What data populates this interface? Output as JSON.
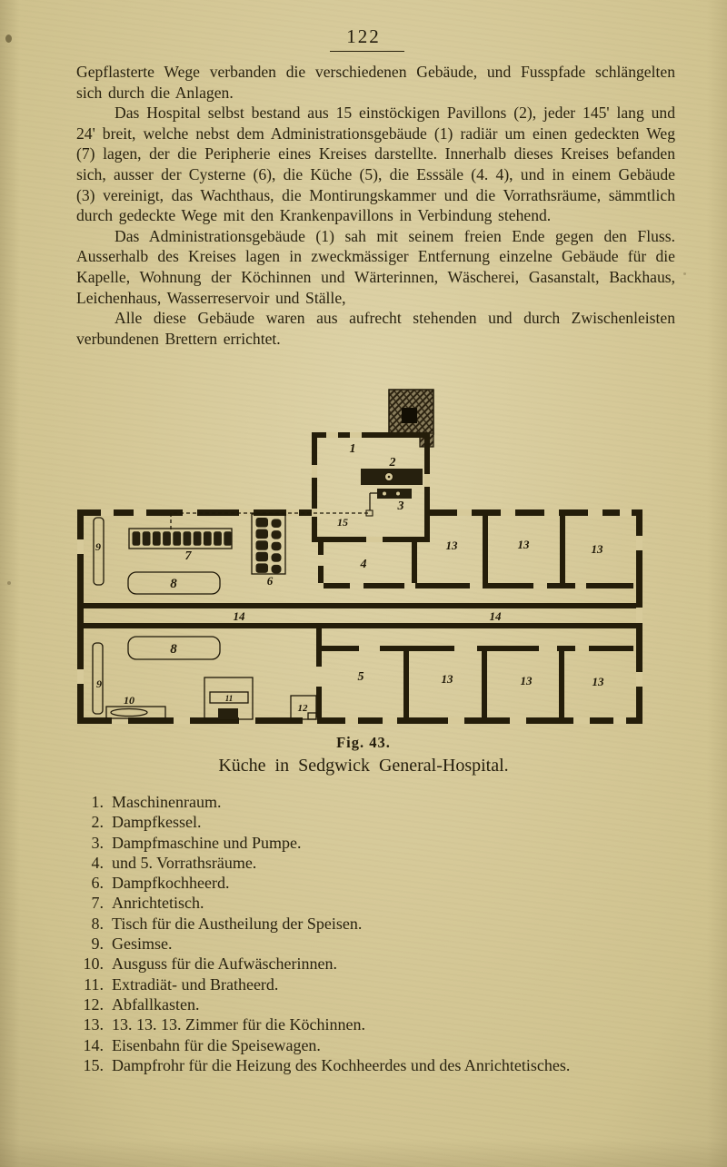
{
  "style": {
    "paper": "#d5c897",
    "ink": "#29220f",
    "figure_ink": "#1f1808"
  },
  "page": {
    "number": "122",
    "paragraphs": [
      {
        "text": "Gepflasterte Wege verbanden die verschiedenen Gebäude, und Fusspfade schlängelten sich durch die Anlagen."
      },
      {
        "text": "Das Hospital selbst bestand aus 15 einstöckigen Pavillons (2), jeder 145' lang und 24' breit, welche nebst dem Administrationsgebäude (1) radiär um einen gedeckten Weg (7) lagen, der die Peripherie eines Kreises darstellte. Innerhalb dieses Kreises befanden sich, ausser der Cysterne (6), die Küche (5), die Esssäle (4. 4), und in einem Gebäude (3) vereinigt, das Wachthaus, die Montirungskammer und die Vorrathsräume, sämmtlich durch gedeckte Wege mit den Krankenpavillons in Verbindung stehend."
      },
      {
        "text": "Das Administrationsgebäude (1) sah mit seinem freien Ende gegen den Fluss. Ausserhalb des Kreises lagen in zweckmässiger Entfernung einzelne Gebäude für die Kapelle, Wohnung der Köchinnen und Wärterinnen, Wäscherei, Gasanstalt, Backhaus, Leichenhaus, Wasserreservoir und Ställe,"
      },
      {
        "text": "Alle diese Gebäude waren aus aufrecht stehenden und durch Zwischenleisten verbundenen Brettern errichtet."
      }
    ]
  },
  "figure": {
    "fig_label": "Fig. 43.",
    "caption": "Küche in Sedgwick General-Hospital.",
    "labels": {
      "n1": "1",
      "n2": "2",
      "n3": "3",
      "n4": "4",
      "n5": "5",
      "n6": "6",
      "n7": "7",
      "n8": "8",
      "n9": "9",
      "n10": "10",
      "n11": "11",
      "n12": "12",
      "n13": "13",
      "n14": "14",
      "n15": "15"
    }
  },
  "legend": {
    "items": [
      {
        "n": "1.",
        "t": "Maschinenraum."
      },
      {
        "n": "2.",
        "t": "Dampfkessel."
      },
      {
        "n": "3.",
        "t": "Dampfmaschine und Pumpe."
      },
      {
        "n": "4.",
        "t": "und 5. Vorrathsräume."
      },
      {
        "n": "6.",
        "t": "Dampfkochheerd."
      },
      {
        "n": "7.",
        "t": "Anrichtetisch."
      },
      {
        "n": "8.",
        "t": "Tisch für die Austheilung der Speisen."
      },
      {
        "n": "9.",
        "t": "Gesimse."
      },
      {
        "n": "10.",
        "t": "Ausguss für die Aufwäscherinnen."
      },
      {
        "n": "11.",
        "t": "Extradiät- und Bratheerd."
      },
      {
        "n": "12.",
        "t": "Abfallkasten."
      },
      {
        "n": "13.",
        "t": "13. 13. 13. Zimmer für die Köchinnen."
      },
      {
        "n": "14.",
        "t": "Eisenbahn für die Speisewagen."
      },
      {
        "n": "15.",
        "t": "Dampfrohr für die Heizung des Kochheerdes und des Anrichtetisches."
      }
    ]
  }
}
